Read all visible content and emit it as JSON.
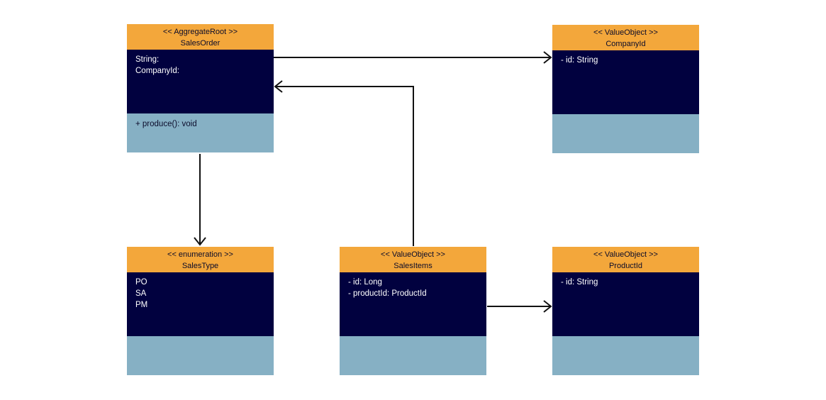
{
  "diagram": {
    "classes": [
      {
        "id": "sales-order",
        "stereotype": "<< AggregateRoot >>",
        "name": "SalesOrder",
        "attributes": [
          "String:",
          "CompanyId:"
        ],
        "operations": [
          "+ produce(): void"
        ]
      },
      {
        "id": "company-id",
        "stereotype": "<< ValueObject >>",
        "name": "CompanyId",
        "attributes": [
          "- id: String"
        ],
        "operations": []
      },
      {
        "id": "sales-type",
        "stereotype": "<< enumeration >>",
        "name": "SalesType",
        "attributes": [
          "PO",
          "SA",
          "PM"
        ],
        "operations": []
      },
      {
        "id": "sales-items",
        "stereotype": "<< ValueObject >>",
        "name": "SalesItems",
        "attributes": [
          "- id: Long",
          "- productId: ProductId"
        ],
        "operations": []
      },
      {
        "id": "product-id",
        "stereotype": "<< ValueObject >>",
        "name": "ProductId",
        "attributes": [
          "- id: String"
        ],
        "operations": []
      }
    ],
    "associations": [
      {
        "from": "SalesOrder",
        "to": "CompanyId"
      },
      {
        "from": "SalesOrder",
        "to": "SalesType"
      },
      {
        "from": "SalesItems",
        "to": "SalesOrder"
      },
      {
        "from": "SalesItems",
        "to": "ProductId"
      }
    ],
    "colors": {
      "header": "#f3a73b",
      "attributes": "#01013f",
      "operations": "#86b0c4",
      "connector": "#111111"
    }
  }
}
